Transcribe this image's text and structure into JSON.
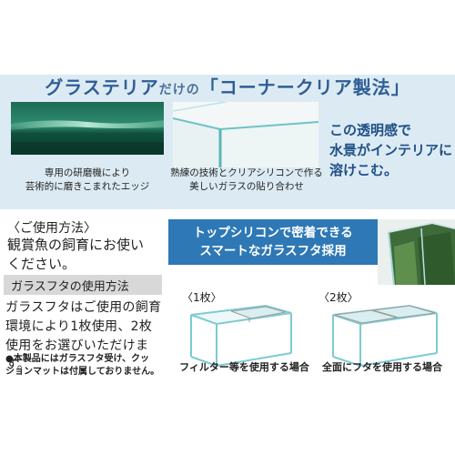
{
  "header": {
    "title_prefix": "グラステリア",
    "title_small": "だけの",
    "title_main": "「コーナークリア製法」"
  },
  "features": {
    "edge_caption": [
      "専用の研磨機により",
      "芸術的に磨きこまれたエッジ"
    ],
    "corner_caption": [
      "熟練の技術とクリアシリコンで作る",
      "美しいガラスの貼り合わせ"
    ],
    "tagline": [
      "この透明感で",
      "水景がインテリアに",
      "溶けこむ。"
    ]
  },
  "usage": {
    "heading": "〈ご使用方法〉",
    "body": [
      "観賞魚の飼育にお使い",
      "ください。"
    ]
  },
  "lid": {
    "heading": "ガラスフタの使用方法",
    "body": [
      "ガラスフタはご使用の飼育",
      "環境により1枚使用、2枚",
      "使用をお選びいただけます。"
    ],
    "note": [
      "●本製品にはガラスフタ受け、クッ",
      "ションマットは付属しておりません。"
    ]
  },
  "banner": {
    "line1": "トップシリコンで密着できる",
    "line2": "スマートなガラスフタ採用"
  },
  "diagrams": [
    {
      "label": "〈1枚〉",
      "caption": "フィルター等を使用する場合"
    },
    {
      "label": "〈2枚〉",
      "caption": "全面にフタを使用する場合"
    }
  ],
  "colors": {
    "band": "#dcebf3",
    "title": "#2f5d96",
    "banner": "#2e78b6",
    "glass": "#7ecbd1"
  }
}
